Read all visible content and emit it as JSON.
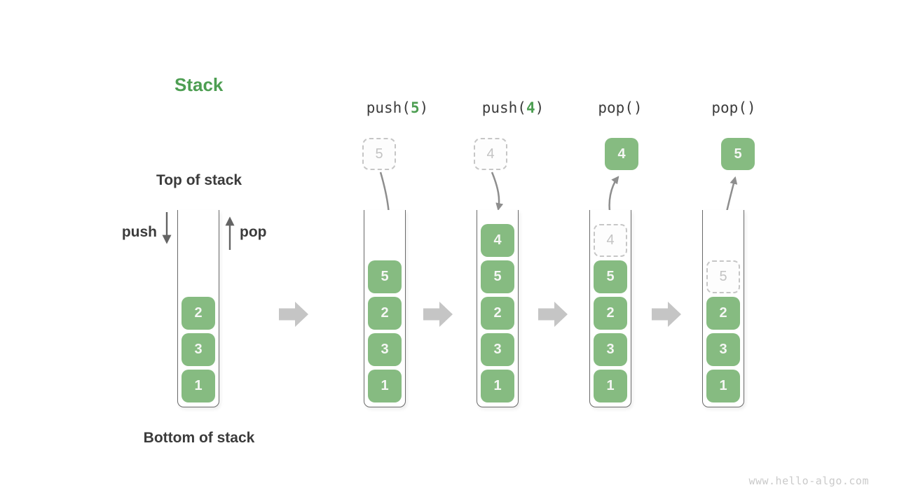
{
  "title": "Stack",
  "labels": {
    "top": "Top of stack",
    "bottom": "Bottom of stack",
    "push": "push",
    "pop": "pop"
  },
  "operations": [
    {
      "pre": "push(",
      "arg": "5",
      "post": ")"
    },
    {
      "pre": "push(",
      "arg": "4",
      "post": ")"
    },
    {
      "pre": "pop()",
      "arg": "",
      "post": ""
    },
    {
      "pre": "pop()",
      "arg": "",
      "post": ""
    }
  ],
  "stacks": [
    {
      "items": [
        "2",
        "3",
        "1"
      ]
    },
    {
      "incoming": "5",
      "items": [
        "5",
        "2",
        "3",
        "1"
      ]
    },
    {
      "incoming": "4",
      "items": [
        "4",
        "5",
        "2",
        "3",
        "1"
      ]
    },
    {
      "popped": "4",
      "ghost": "4",
      "items": [
        "5",
        "2",
        "3",
        "1"
      ]
    },
    {
      "popped": "5",
      "ghost": "5",
      "items": [
        "2",
        "3",
        "1"
      ]
    }
  ],
  "watermark": "www.hello-algo.com",
  "colors": {
    "green-box": "#86bb81",
    "green-accent": "#4d9e52",
    "text-dark": "#3b3b3b",
    "arrow-gray": "#8e8e8e",
    "block-arrow": "#c5c5c5",
    "ghost-border": "#c6c6c6",
    "ghost-text": "#c3c3c3",
    "wall": "#6a6a6a",
    "watermark": "#cacaca"
  }
}
